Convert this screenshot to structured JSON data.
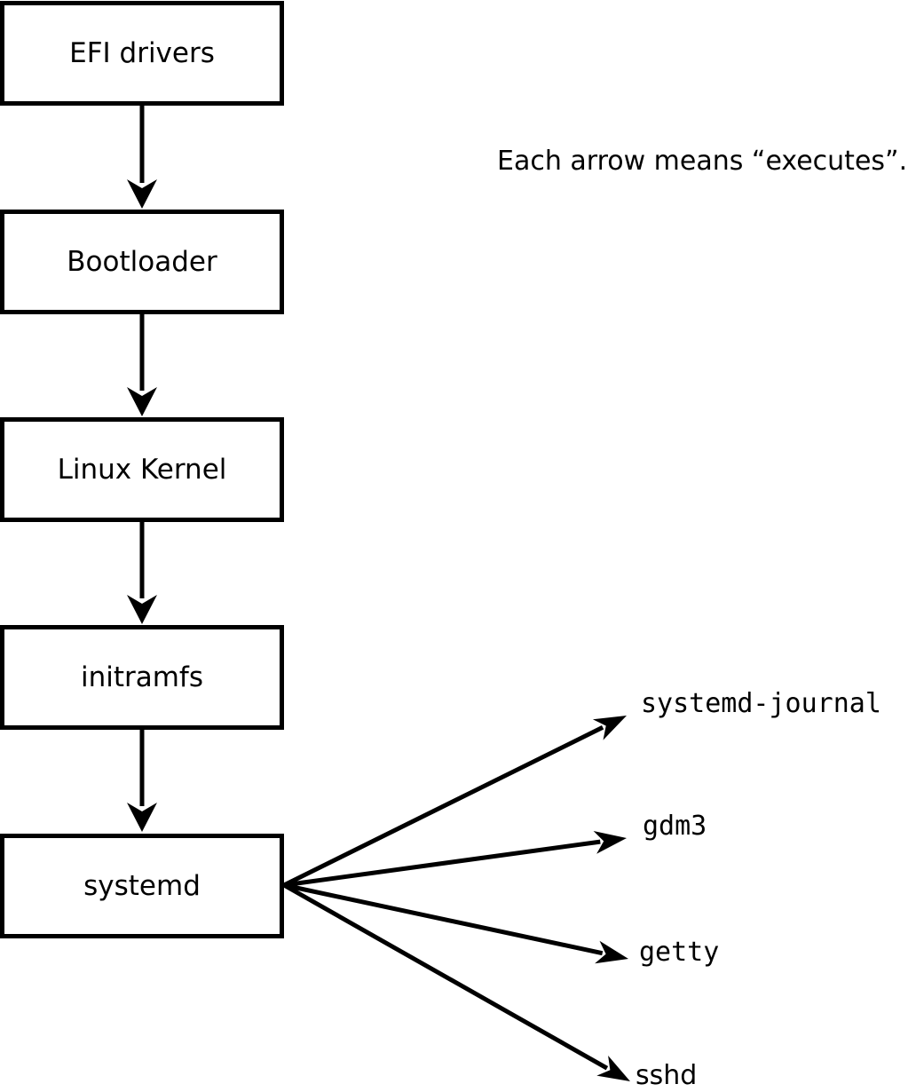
{
  "note": {
    "text": "Each arrow means “executes”."
  },
  "flow": {
    "boxes": [
      {
        "label": "EFI drivers"
      },
      {
        "label": "Bootloader"
      },
      {
        "label": "Linux Kernel"
      },
      {
        "label": "initramfs"
      },
      {
        "label": "systemd"
      }
    ]
  },
  "targets": [
    {
      "label": "systemd-journal"
    },
    {
      "label": "gdm3"
    },
    {
      "label": "getty"
    },
    {
      "label": "sshd"
    }
  ],
  "colors": {
    "line": "#000000",
    "box_fill": "#ffffff",
    "text": "#000000"
  }
}
